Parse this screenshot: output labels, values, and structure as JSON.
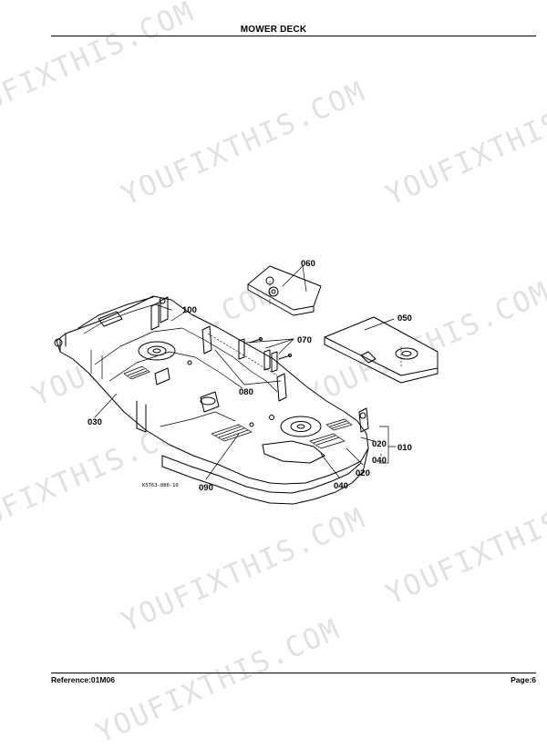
{
  "header": {
    "title": "MOWER DECK"
  },
  "footer": {
    "reference": "Reference:01M06",
    "page": "Page:6"
  },
  "watermark": {
    "text": "YOUFIXTHIS.COM",
    "color": "#e1e1e1"
  },
  "diagram": {
    "drawing_code": "K5763-086-10",
    "part_labels": {
      "p010": "010",
      "p020": "020",
      "p020_inset": "020",
      "p030": "030",
      "p040": "040",
      "p040_inset": "040",
      "p050": "050",
      "p060": "060",
      "p070": "070",
      "p080": "080",
      "p090": "090",
      "p100": "100"
    }
  }
}
